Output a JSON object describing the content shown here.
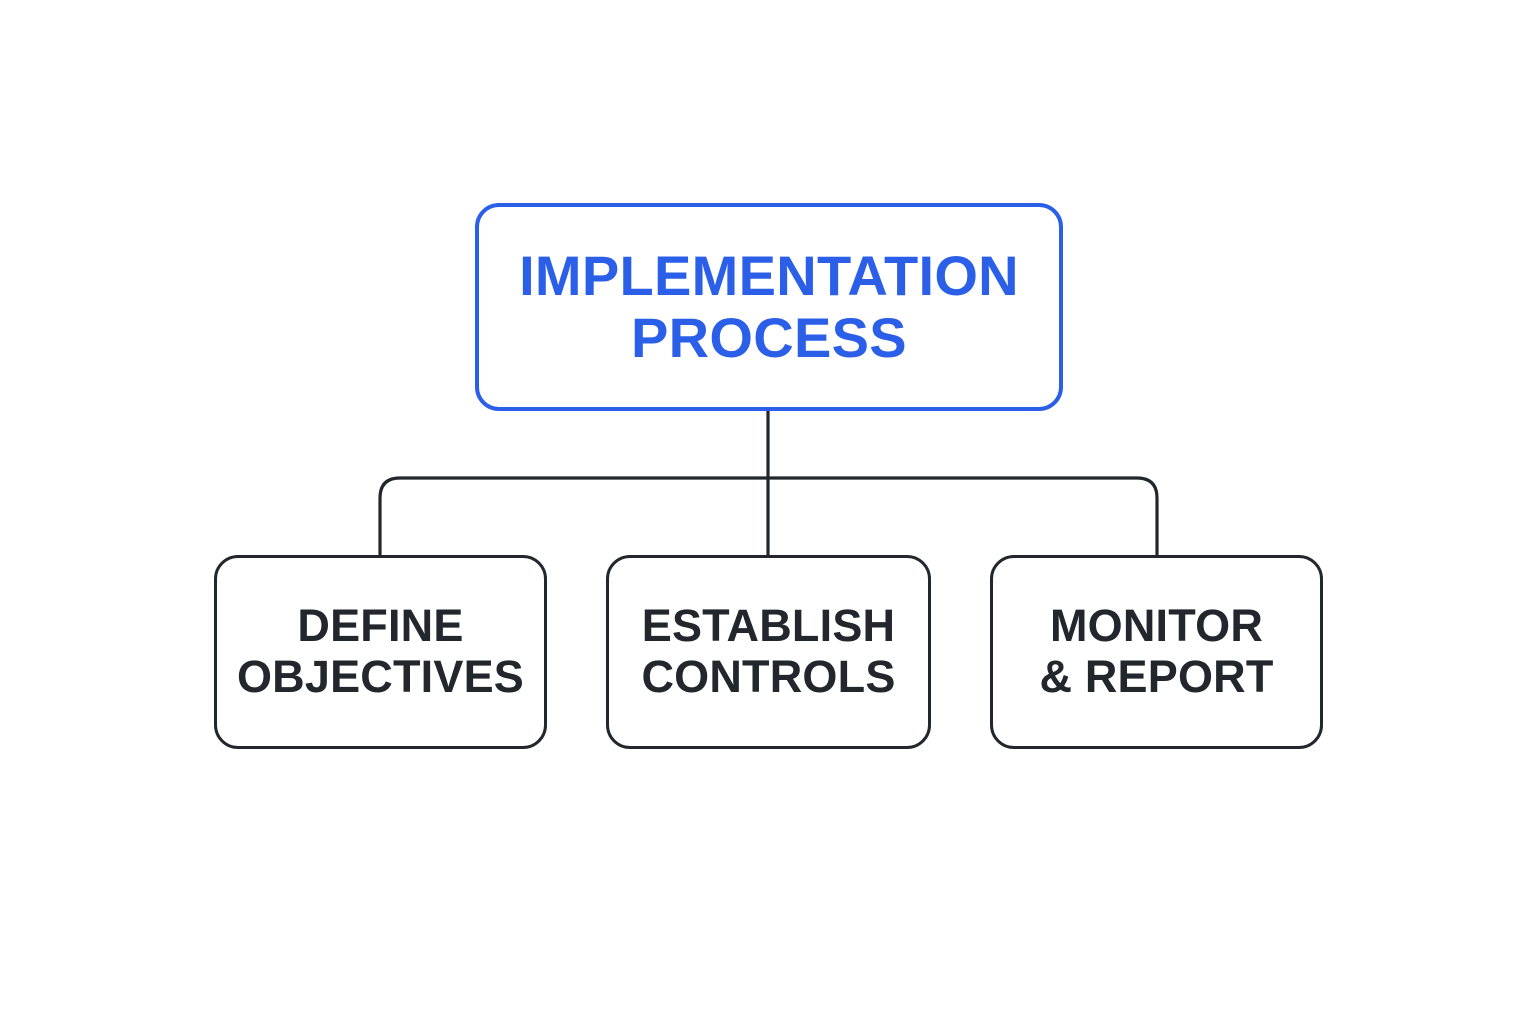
{
  "diagram": {
    "title": "Implementation Process",
    "type": "org-chart",
    "background_color": "#FFFFFF",
    "accent_color": "#2B5FE8",
    "text_color": "#22272E",
    "connector_color": "#22272E",
    "root": {
      "label": "IMPLEMENTATION\nPROCESS",
      "line1": "IMPLEMENTATION",
      "line2": "PROCESS",
      "border_color": "#2B5FE8",
      "text_color": "#2B5FE8"
    },
    "children": [
      {
        "id": "define-objectives",
        "label": "DEFINE\nOBJECTIVES",
        "line1": "DEFINE",
        "line2": "OBJECTIVES",
        "border_color": "#22272E",
        "text_color": "#22272E"
      },
      {
        "id": "establish-controls",
        "label": "ESTABLISH\nCONTROLS",
        "line1": "ESTABLISH",
        "line2": "CONTROLS",
        "border_color": "#22272E",
        "text_color": "#22272E"
      },
      {
        "id": "monitor-report",
        "label": "MONITOR\n& REPORT",
        "line1": "MONITOR",
        "line2": "& REPORT",
        "border_color": "#22272E",
        "text_color": "#22272E"
      }
    ]
  }
}
